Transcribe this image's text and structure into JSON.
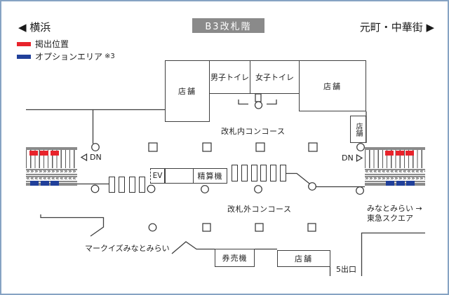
{
  "header": {
    "left_direction": "◀ 横浜",
    "floor_badge": "B3改札階",
    "right_direction": "元町・中華街 ▶"
  },
  "legend": {
    "posting_position": "掲出位置",
    "option_area": "オプションエリア",
    "option_area_note": "※3",
    "posting_color": "#e8232b",
    "option_color": "#21409a"
  },
  "map": {
    "rooms": {
      "shop_top_left": "店舗",
      "mens_toilet": "男子トイレ",
      "womens_toilet": "女子トイレ",
      "shop_top_right": "店舗",
      "shop_small": "店舗",
      "ticket_machine": "券売機",
      "shop_bottom": "店舗"
    },
    "labels": {
      "inside_gate_concourse": "改札内コンコース",
      "outside_gate_concourse": "改札外コンコース",
      "elevator": "EV",
      "fare_adjustment": "精算機",
      "dn_left": "DN",
      "dn_right": "DN",
      "mark_is_minatomirai": "マークイズみなとみらい",
      "minatomirai_arrow": "みなとみらい →",
      "tokyu_square": "東急スクエア",
      "exit_5": "5出口"
    },
    "escalator": {
      "chevrons_right": "»»»»»»»»»»»»»»»»",
      "chevrons_left": "««««««««««««««««"
    },
    "colors": {
      "badge_background": "#8a8a8a",
      "line": "#3f3f3f",
      "frame_border": "#86a3c3"
    }
  }
}
